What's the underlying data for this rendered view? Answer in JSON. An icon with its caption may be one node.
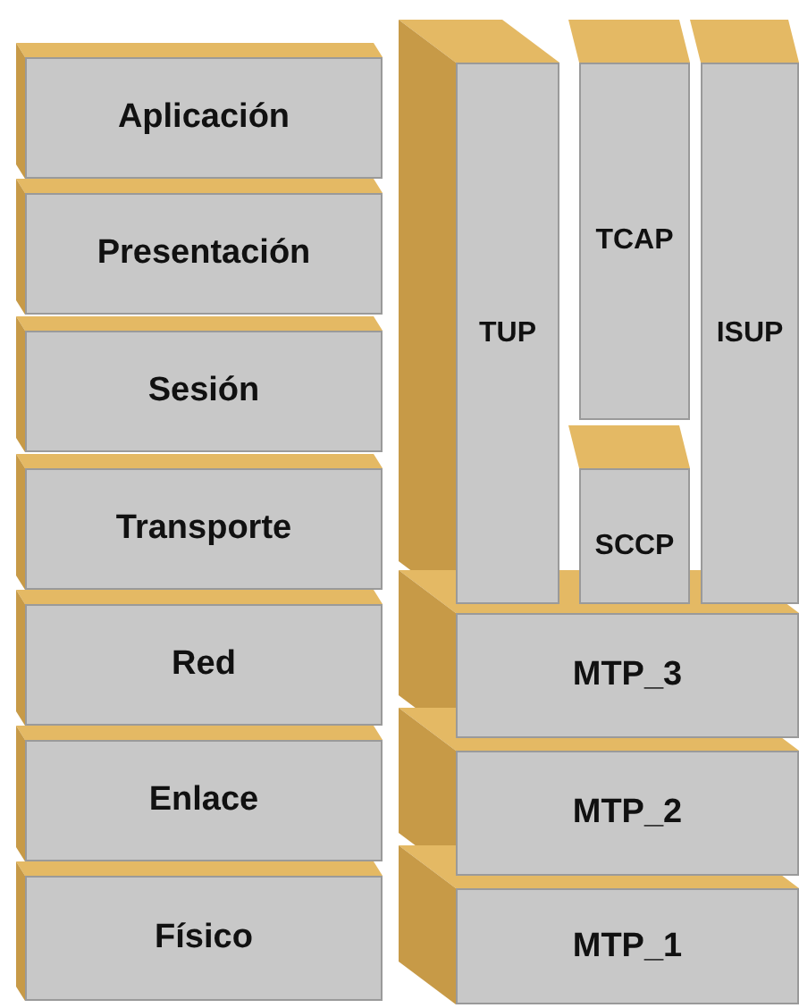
{
  "diagram": {
    "nodes": [
      {
        "text": [
          "Aplicación"
        ]
      },
      {
        "text": [
          "Presentación"
        ]
      },
      {
        "text": [
          "Sesión"
        ]
      },
      {
        "text": [
          "Transporte"
        ]
      },
      {
        "text": [
          "Red"
        ]
      },
      {
        "text": [
          "Enlace"
        ]
      },
      {
        "text": [
          "Físico"
        ]
      },
      {
        "text": [
          "TUP"
        ]
      },
      {
        "text": [
          "TCAP"
        ]
      },
      {
        "text": [
          "ISUP"
        ]
      },
      {
        "text": [
          "SCCP"
        ]
      },
      {
        "text": [
          "MTP_3"
        ]
      },
      {
        "text": [
          "MTP_2"
        ]
      },
      {
        "text": [
          "MTP_1"
        ]
      }
    ]
  }
}
